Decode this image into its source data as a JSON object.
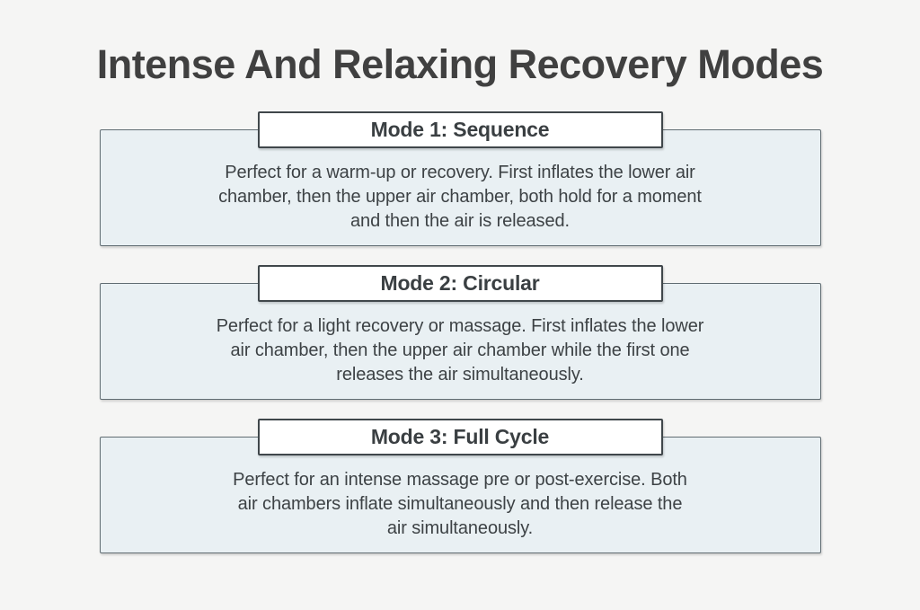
{
  "title": "Intense And Relaxing Recovery Modes",
  "colors": {
    "page_background": "#f5f5f4",
    "card_background": "#e9f0f3",
    "card_border": "#606c72",
    "header_background": "#ffffff",
    "header_border": "#40474b",
    "title_text": "#404040",
    "body_text": "#3d4245"
  },
  "sections": [
    {
      "header": "Mode 1: Sequence",
      "body_lines": [
        "Perfect for a warm-up or recovery. First inflates the lower air",
        "chamber, then the upper air chamber, both hold for a moment",
        "and then the air is released."
      ]
    },
    {
      "header": "Mode 2: Circular",
      "body_lines": [
        "Perfect for a light recovery or massage. First inflates the lower",
        "air chamber, then the upper air chamber while the first one",
        "releases the air simultaneously."
      ]
    },
    {
      "header": "Mode 3: Full Cycle",
      "body_lines": [
        "Perfect for an intense massage pre or post-exercise. Both",
        "air chambers inflate simultaneously and then release the",
        "air simultaneously."
      ]
    }
  ]
}
